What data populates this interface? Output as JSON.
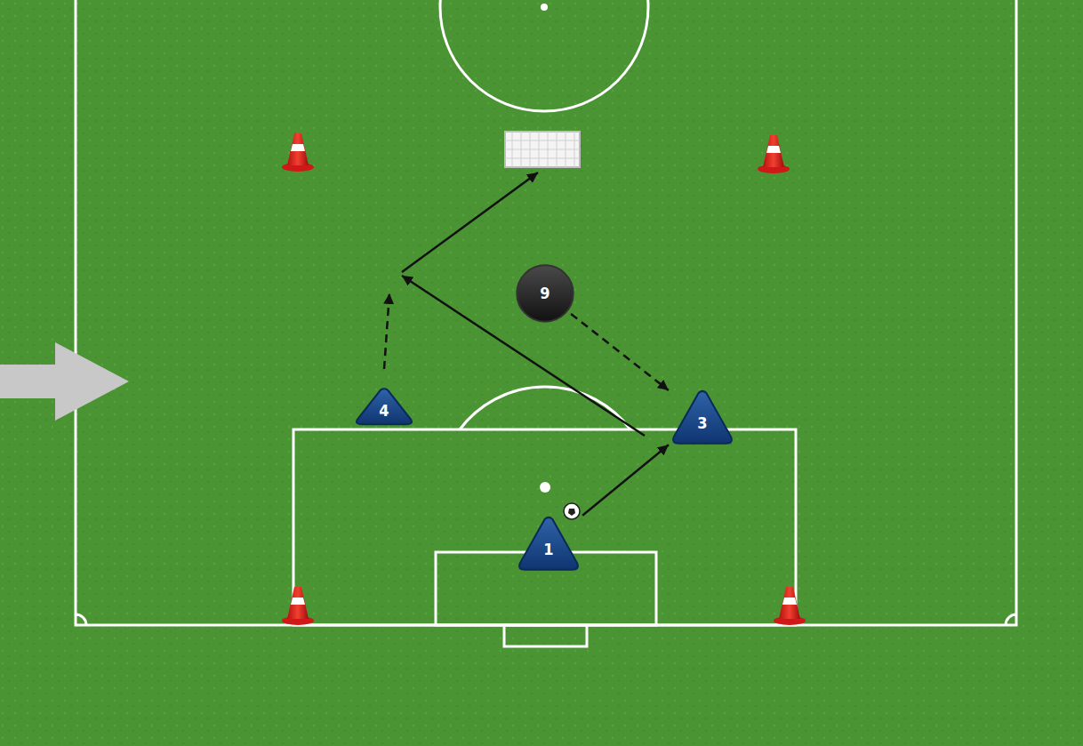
{
  "diagram": {
    "nodes": [
      {
        "text": [
          "9"
        ]
      },
      {
        "text": [
          "4"
        ]
      },
      {
        "text": [
          "3"
        ]
      },
      {
        "text": [
          "1"
        ]
      }
    ],
    "edges": [
      {
        "from": 3,
        "to": 2,
        "arrow": "to"
      },
      {
        "from": 0,
        "to": 2,
        "arrow": "to"
      }
    ]
  }
}
